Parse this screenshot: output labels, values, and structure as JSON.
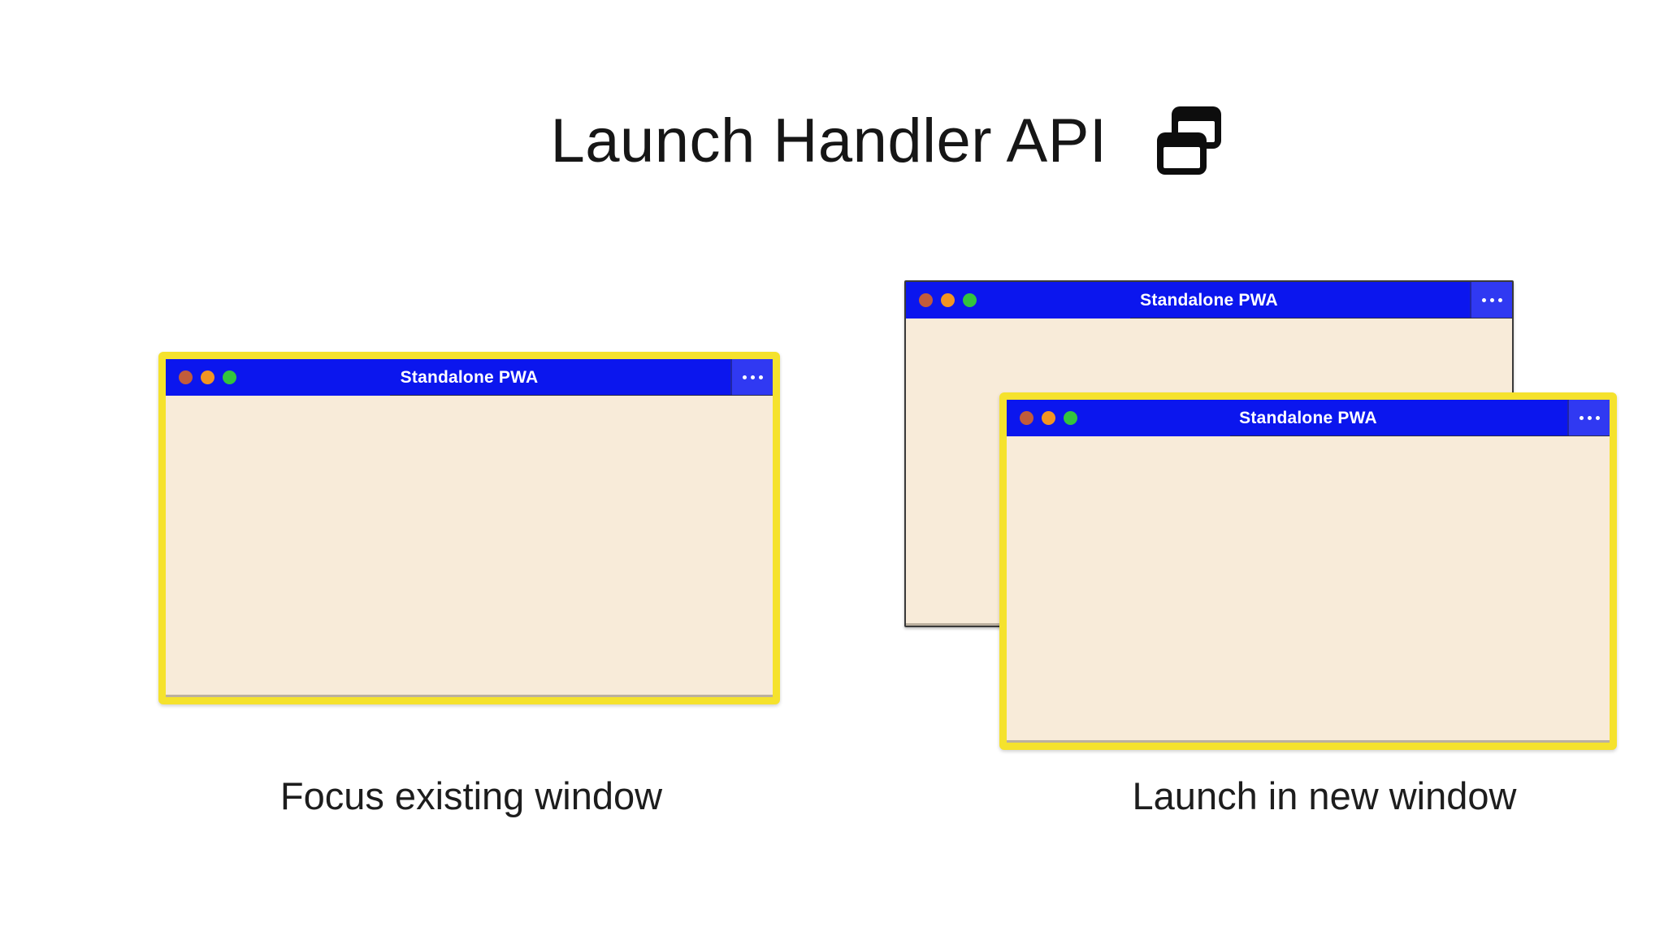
{
  "header": {
    "title": "Launch Handler API"
  },
  "windows": {
    "left": {
      "title": "Standalone PWA"
    },
    "back": {
      "title": "Standalone PWA"
    },
    "front": {
      "title": "Standalone PWA"
    }
  },
  "figures": {
    "focus_existing": {
      "caption": "Focus existing window"
    },
    "launch_new": {
      "caption": "Launch in new window"
    }
  },
  "icons": {
    "header_icon": "overlapping-windows-icon",
    "window_menu_icon": "ellipsis-icon",
    "traffic_lights": [
      "close",
      "minimize",
      "maximize"
    ]
  },
  "colors": {
    "titlebar_blue": "#0B16EE",
    "menu_button_blue": "#3039F2",
    "window_body_cream": "#F8EBD9",
    "focus_highlight_yellow": "#F5E22D",
    "back_window_border_gray": "#3A3A3A",
    "traffic_light_red": "#C15C3B",
    "traffic_light_orange": "#F29522",
    "traffic_light_green": "#33C43E"
  }
}
